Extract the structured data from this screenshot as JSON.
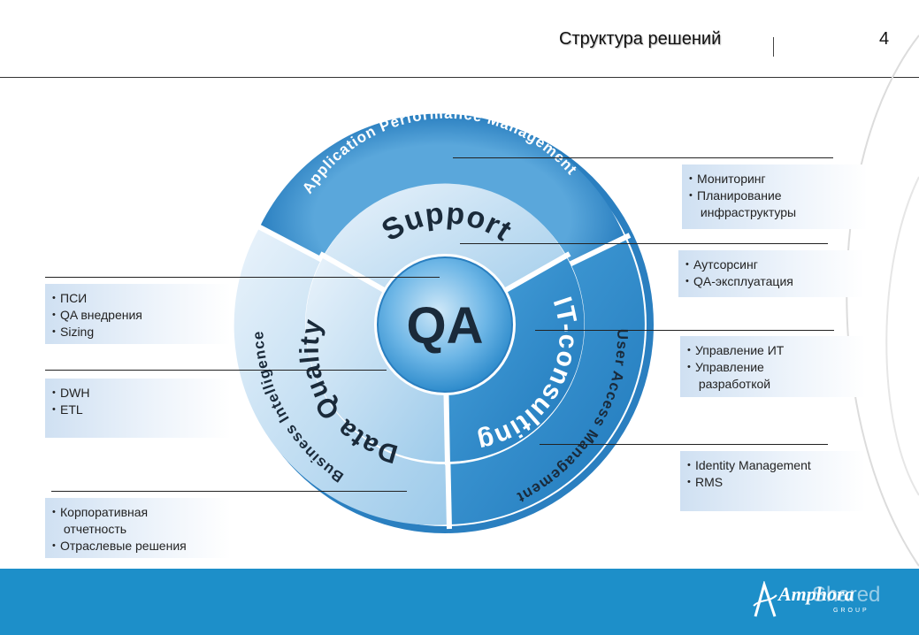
{
  "header": {
    "title": "Структура решений",
    "page_number": "4"
  },
  "diagram": {
    "center": "QA",
    "inner_ring": [
      "Support",
      "IT-consulting",
      "Data Quality"
    ],
    "outer_ring": [
      "Application Performance Management",
      "User Access Management",
      "Business Intelligence"
    ]
  },
  "callouts": {
    "right": [
      {
        "items": [
          "Мониторинг",
          "Планирование\n инфраструктуры"
        ]
      },
      {
        "items": [
          "Аутсорсинг",
          "QA-эксплуатация"
        ]
      },
      {
        "items": [
          "Управление ИТ",
          "Управление\n разработкой"
        ]
      },
      {
        "items": [
          "Identity Management",
          "RMS"
        ]
      }
    ],
    "left": [
      {
        "items": [
          "ПСИ",
          "QA внедрения",
          "Sizing"
        ]
      },
      {
        "items": [
          "DWH",
          "ETL"
        ]
      },
      {
        "items": [
          "Корпоративная\n отчетность",
          "Отраслевые решения"
        ]
      }
    ]
  },
  "footer": {
    "logo_text": "Amphora",
    "logo_sub": "GROUP",
    "watermark": "Shared"
  },
  "colors": {
    "brand_blue": "#1d8fc9",
    "ring_dark": "#2a86c6",
    "ring_light": "#cfe3f3",
    "text": "#222222"
  }
}
